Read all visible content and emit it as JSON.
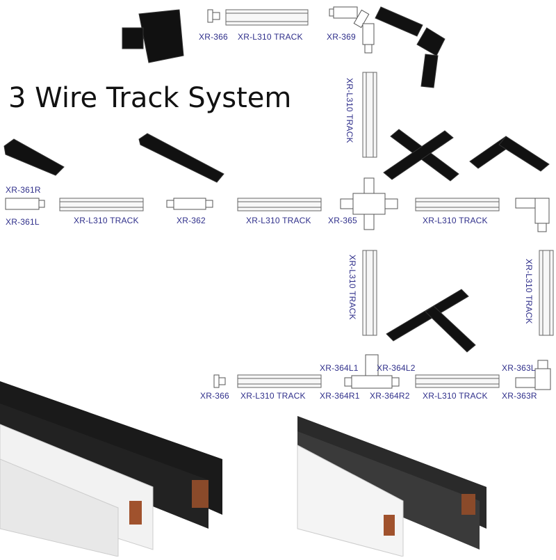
{
  "title": "3 Wire Track System",
  "colors": {
    "label": "#2e2e8a",
    "black_part": "#111111",
    "outline": "#555555",
    "track_fill": "#f7f7f7"
  },
  "labels": {
    "xr366_top": "XR-366",
    "track_top": "XR-L310 TRACK",
    "xr369": "XR-369",
    "track_vert_upper": "XR-L310 TRACK",
    "xr361r": "XR-361R",
    "xr361l": "XR-361L",
    "track_row_1": "XR-L310 TRACK",
    "xr362": "XR-362",
    "track_row_2": "XR-L310 TRACK",
    "xr365": "XR-365",
    "track_row_3": "XR-L310 TRACK",
    "track_vert_mid": "XR-L310 TRACK",
    "track_vert_right": "XR-L310 TRACK",
    "xr364l1": "XR-364L1",
    "xr364l2": "XR-364L2",
    "xr363l": "XR-363L",
    "xr366_bottom": "XR-366",
    "track_bottom_1": "XR-L310 TRACK",
    "xr364r1": "XR-364R1",
    "xr364r2": "XR-364R2",
    "track_bottom_2": "XR-L310 TRACK",
    "xr363r": "XR-363R"
  }
}
